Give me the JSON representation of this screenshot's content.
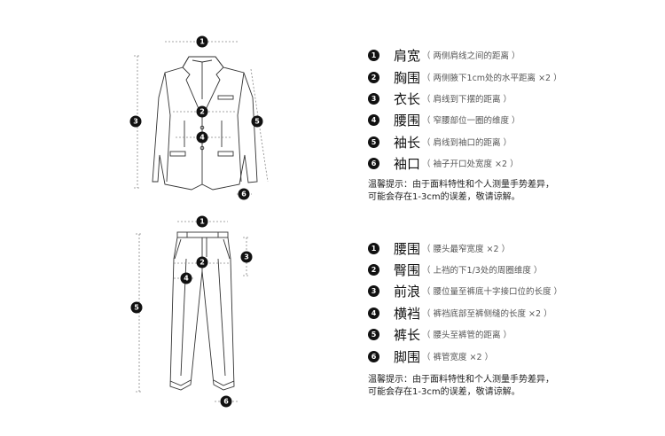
{
  "jacket": {
    "diagram_markers": [
      "1",
      "2",
      "3",
      "4",
      "5",
      "6"
    ],
    "items": [
      {
        "num": "1",
        "title": "肩宽",
        "desc": "（ 两侧肩线之间的距离 ）"
      },
      {
        "num": "2",
        "title": "胸围",
        "desc": "（ 两侧腋下1cm处的水平距离 ×2 ）"
      },
      {
        "num": "3",
        "title": "衣长",
        "desc": "（ 肩线到下摆的距离 ）"
      },
      {
        "num": "4",
        "title": "腰围",
        "desc": "（ 窄腰部位一圈的维度 ）"
      },
      {
        "num": "5",
        "title": "袖长",
        "desc": "（ 肩线到袖口的距离 ）"
      },
      {
        "num": "6",
        "title": "袖口",
        "desc": "（ 袖子开口处宽度 ×2 ）"
      }
    ],
    "note_line1": "温馨提示：由于面料特性和个人测量手势差异，",
    "note_line2": "可能会存在1-3cm的误差，敬请谅解。"
  },
  "pants": {
    "diagram_markers": [
      "1",
      "2",
      "3",
      "4",
      "5",
      "6"
    ],
    "items": [
      {
        "num": "1",
        "title": "腰围",
        "desc": "（ 腰头最窄宽度 ×2 ）"
      },
      {
        "num": "2",
        "title": "臀围",
        "desc": "（ 上裆的下1/3处的周圈维度 ）"
      },
      {
        "num": "3",
        "title": "前浪",
        "desc": "（ 腰位量至裤底十字接口位的长度 ）"
      },
      {
        "num": "4",
        "title": "横裆",
        "desc": "（ 裤裆底部至裤侧缝的长度 ×2 ）"
      },
      {
        "num": "5",
        "title": "裤长",
        "desc": "（ 腰头至裤管的距离 ）"
      },
      {
        "num": "6",
        "title": "脚围",
        "desc": "（ 裤管宽度 ×2 ）"
      }
    ],
    "note_line1": "温馨提示：由于面料特性和个人测量手势差异，",
    "note_line2": "可能会存在1-3cm的误差，敬请谅解。"
  }
}
